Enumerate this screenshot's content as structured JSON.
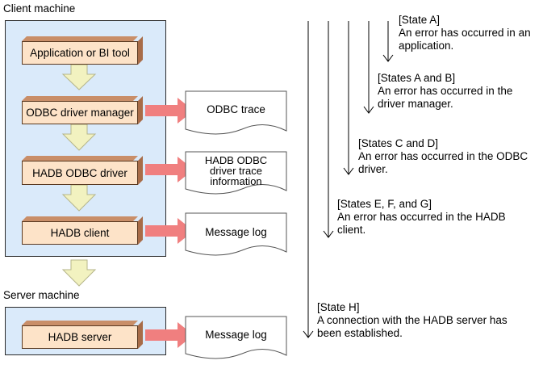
{
  "labels": {
    "client_machine": "Client machine",
    "server_machine": "Server machine"
  },
  "components": {
    "app": "Application or BI tool",
    "driver_manager": "ODBC driver manager",
    "hadb_odbc_driver": "HADB ODBC driver",
    "hadb_client": "HADB client",
    "hadb_server": "HADB server"
  },
  "outputs": {
    "odbc_trace": "ODBC trace",
    "driver_trace": [
      "HADB ODBC",
      "driver trace",
      "information"
    ],
    "message_log_client": "Message log",
    "message_log_server": "Message log"
  },
  "states": [
    {
      "title": "[State A]",
      "lines": [
        "An error has occurred in an",
        "application."
      ]
    },
    {
      "title": "[States A and B]",
      "lines": [
        "An error has occurred in the",
        "driver manager."
      ]
    },
    {
      "title": "[States C and D]",
      "lines": [
        "An error has occurred in the ODBC",
        "driver."
      ]
    },
    {
      "title": "[States E, F, and G]",
      "lines": [
        "An error has occurred in the HADB",
        "client."
      ]
    },
    {
      "title": "[State H]",
      "lines": [
        "A connection with the HADB server has",
        "been established."
      ]
    }
  ],
  "colors": {
    "panel": "#daeafa",
    "block_face": "#fde3c8",
    "flow_arrow": "#f2f2c0",
    "output_arrow": "#f07f7f"
  }
}
